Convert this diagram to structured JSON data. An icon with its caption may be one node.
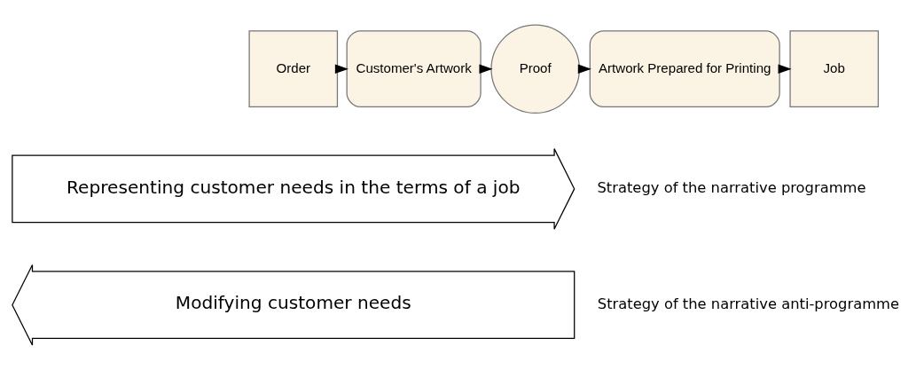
{
  "diagram": {
    "nodes": [
      {
        "text": [
          "Order"
        ]
      },
      {
        "text": [
          "Customer's Artwork"
        ]
      },
      {
        "text": [
          "Proof"
        ]
      },
      {
        "text": [
          "Artwork Prepared for Printing"
        ]
      },
      {
        "text": [
          "Job"
        ]
      },
      {
        "text": [
          "Representing customer needs in the terms of a job"
        ],
        "beside": [
          "Strategy of the narrative programme"
        ]
      },
      {
        "text": [
          "Modifying customer needs"
        ],
        "beside": [
          "Strategy of the narrative anti-programme"
        ]
      }
    ],
    "edges": [
      {
        "from": 0,
        "to": 1,
        "arrow": "to"
      },
      {
        "from": 1,
        "to": 2,
        "arrow": "to"
      },
      {
        "from": 2,
        "to": 3,
        "arrow": "to"
      },
      {
        "from": 3,
        "to": 4,
        "arrow": "to"
      }
    ]
  }
}
